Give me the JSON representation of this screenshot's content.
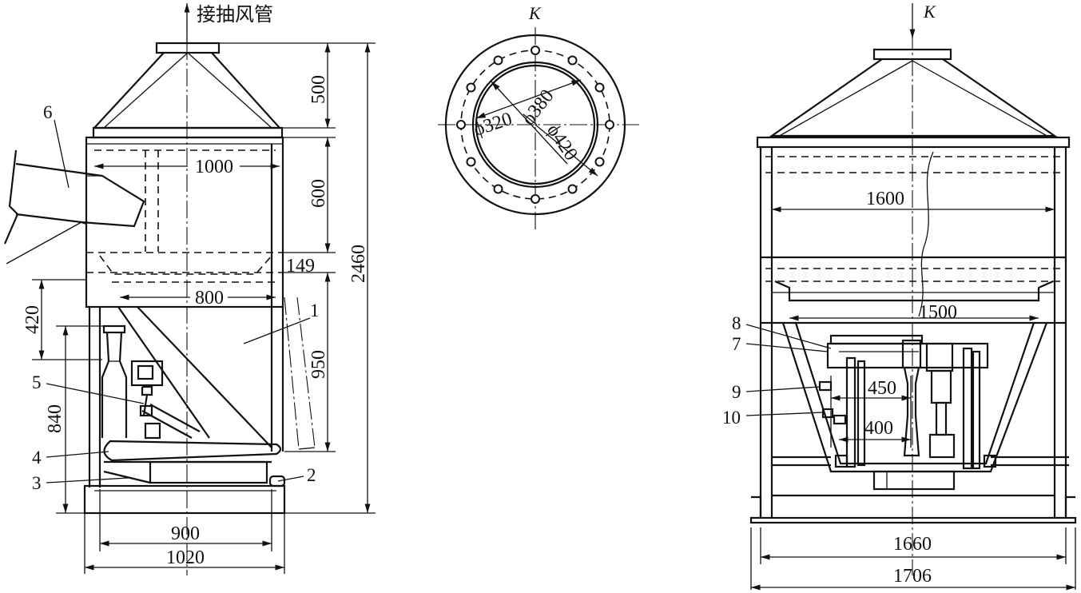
{
  "header": {
    "duct_label": "接抽风管"
  },
  "section_marker": "K",
  "left_view": {
    "dims": {
      "d500": "500",
      "d600": "600",
      "d149": "149",
      "d2460": "2460",
      "d1000": "1000",
      "d800": "800",
      "d420": "420",
      "d950": "950",
      "d840": "840",
      "d900": "900",
      "d1020": "1020"
    },
    "callouts": [
      "1",
      "2",
      "3",
      "4",
      "5",
      "6"
    ]
  },
  "flange_view": {
    "diameters": {
      "phi320": "ϕ320",
      "phi380": "ϕ380",
      "phi420": "ϕ420"
    }
  },
  "right_view": {
    "dims": {
      "d1600": "1600",
      "d1500": "1500",
      "d450": "450",
      "d400": "400",
      "d1660": "1660",
      "d1706": "1706"
    },
    "callouts": [
      "7",
      "8",
      "9",
      "10"
    ]
  },
  "colors": {
    "ink": "#111111",
    "paper": "#ffffff"
  }
}
